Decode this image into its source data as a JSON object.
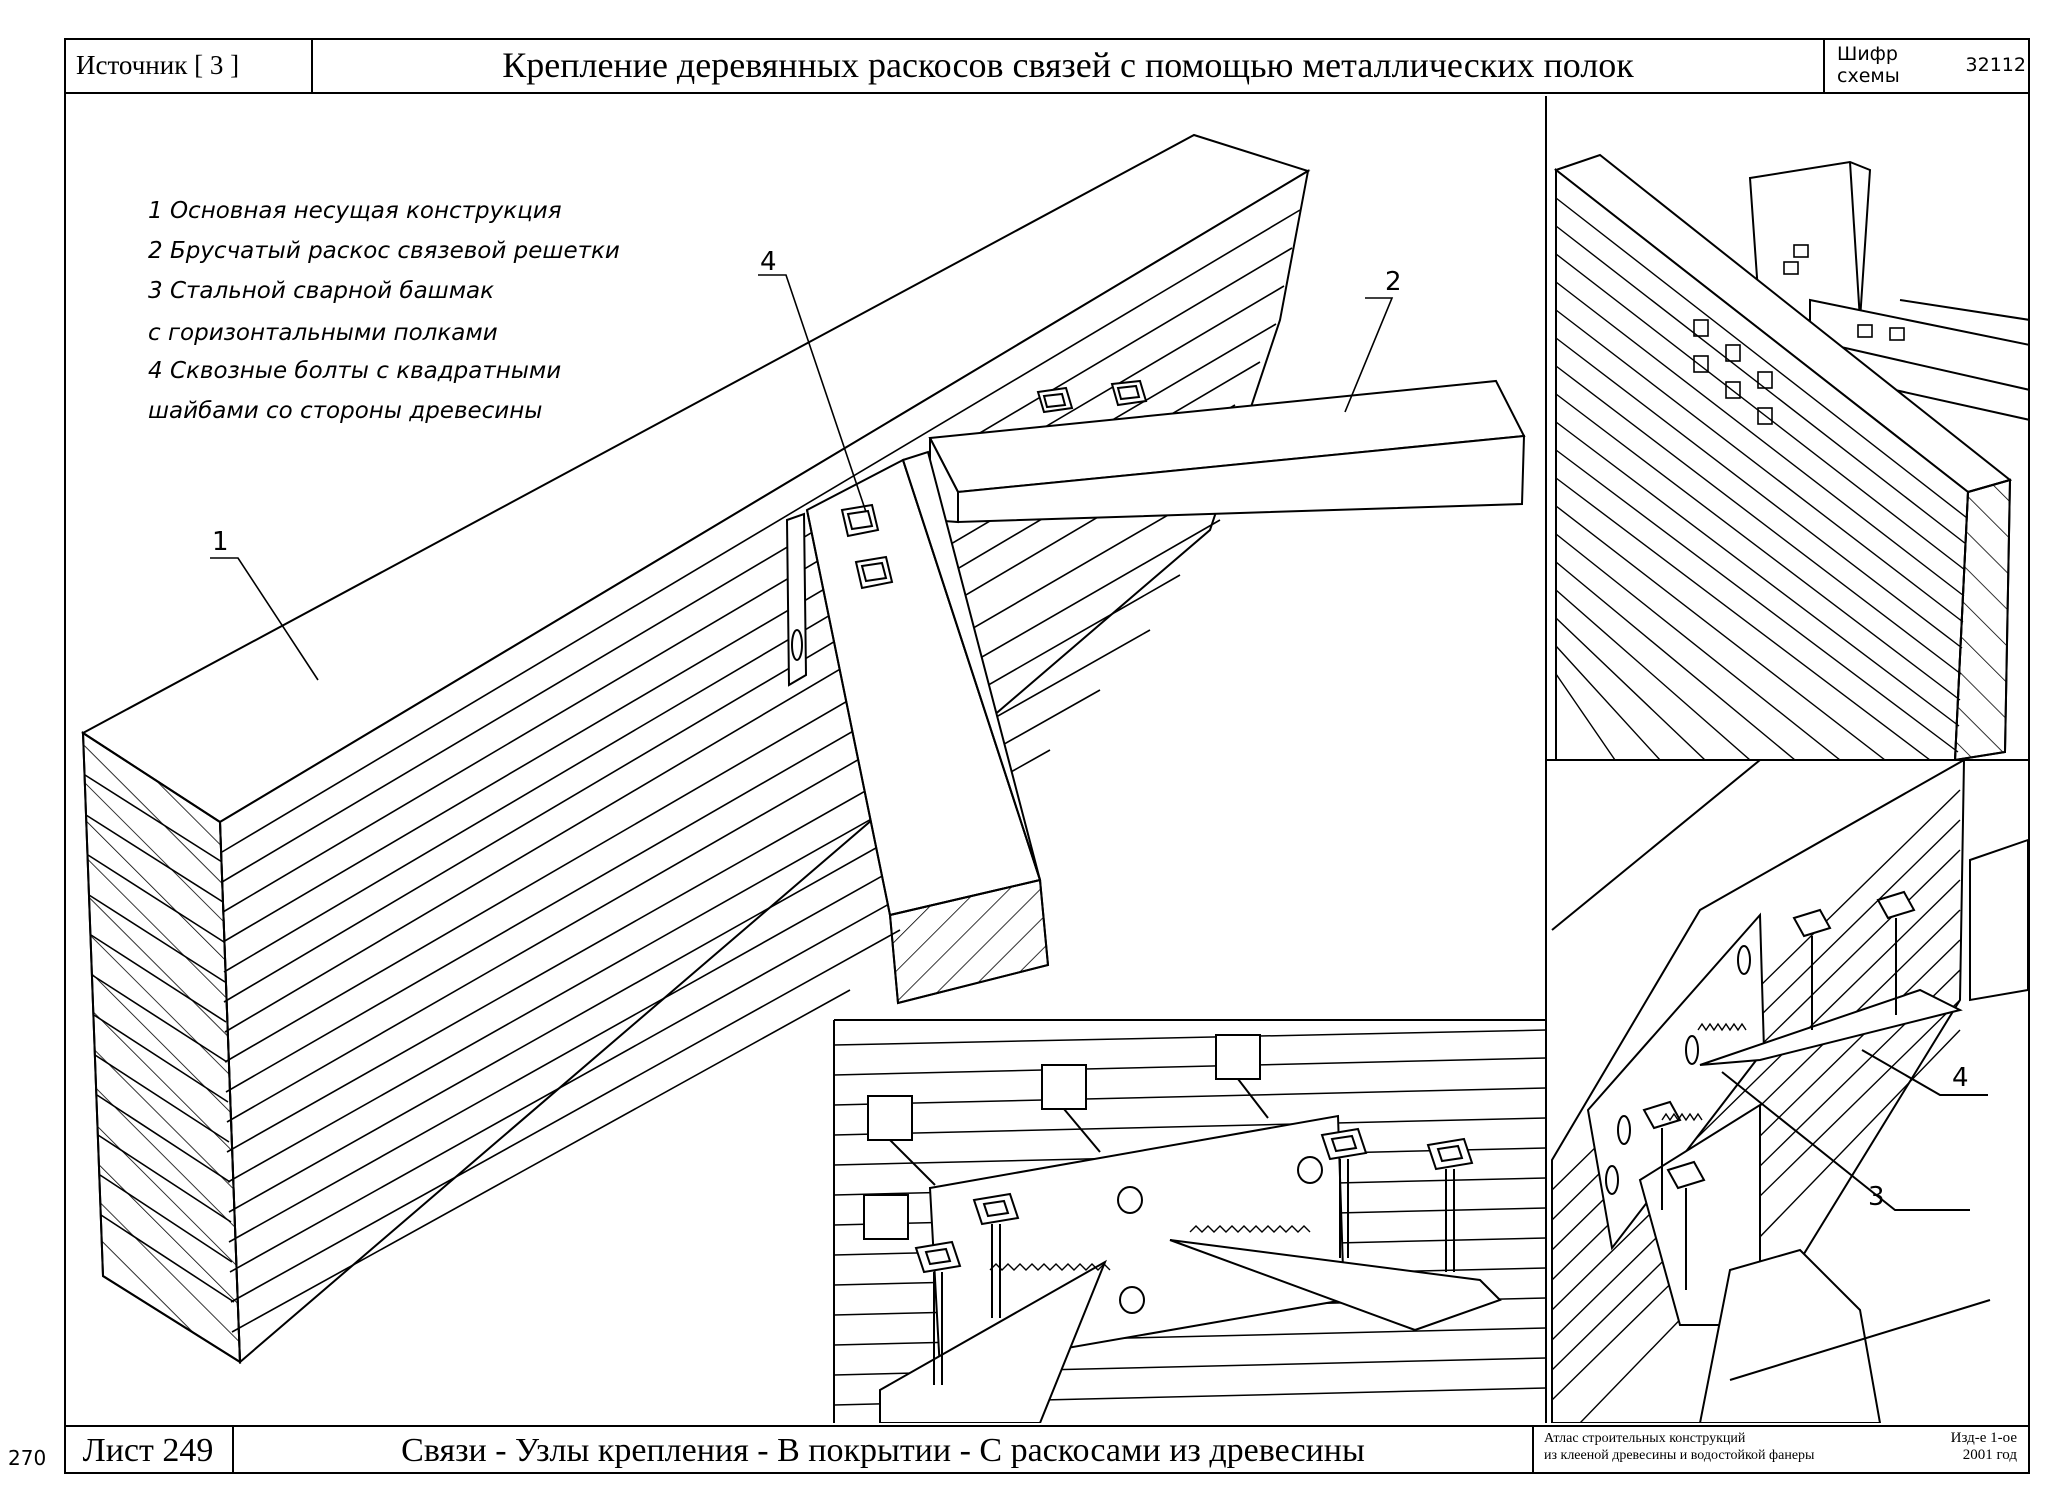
{
  "page_number": "270",
  "header": {
    "source_label": "Источник [ 3 ]",
    "title": "Крепление деревянных раскосов связей с помощью металлических полок",
    "code_label": "Шифр схемы",
    "code_value": "32112"
  },
  "footer": {
    "sheet": "Лист 249",
    "path": "Связи - Узлы крепления - В покрытии - С раскосами из древесины",
    "atlas_line1": "Атлас строительных конструкций",
    "atlas_line2": "из клееной древесины и водостойкой фанеры",
    "edition_line1": "Изд-е 1-ое",
    "edition_line2": "2001 год"
  },
  "legend": {
    "items": [
      "1  Основная несущая конструкция",
      "2  Брусчатый раскос связевой решетки",
      "3  Стальной сварной башмак",
      "    с горизонтальными полками",
      "4  Сквозные болты с квадратными",
      "    шайбами со стороны древесины"
    ]
  },
  "callouts": {
    "c1": "1",
    "c2": "2",
    "c3": "3",
    "c4_main": "4",
    "c4_detail": "4"
  }
}
